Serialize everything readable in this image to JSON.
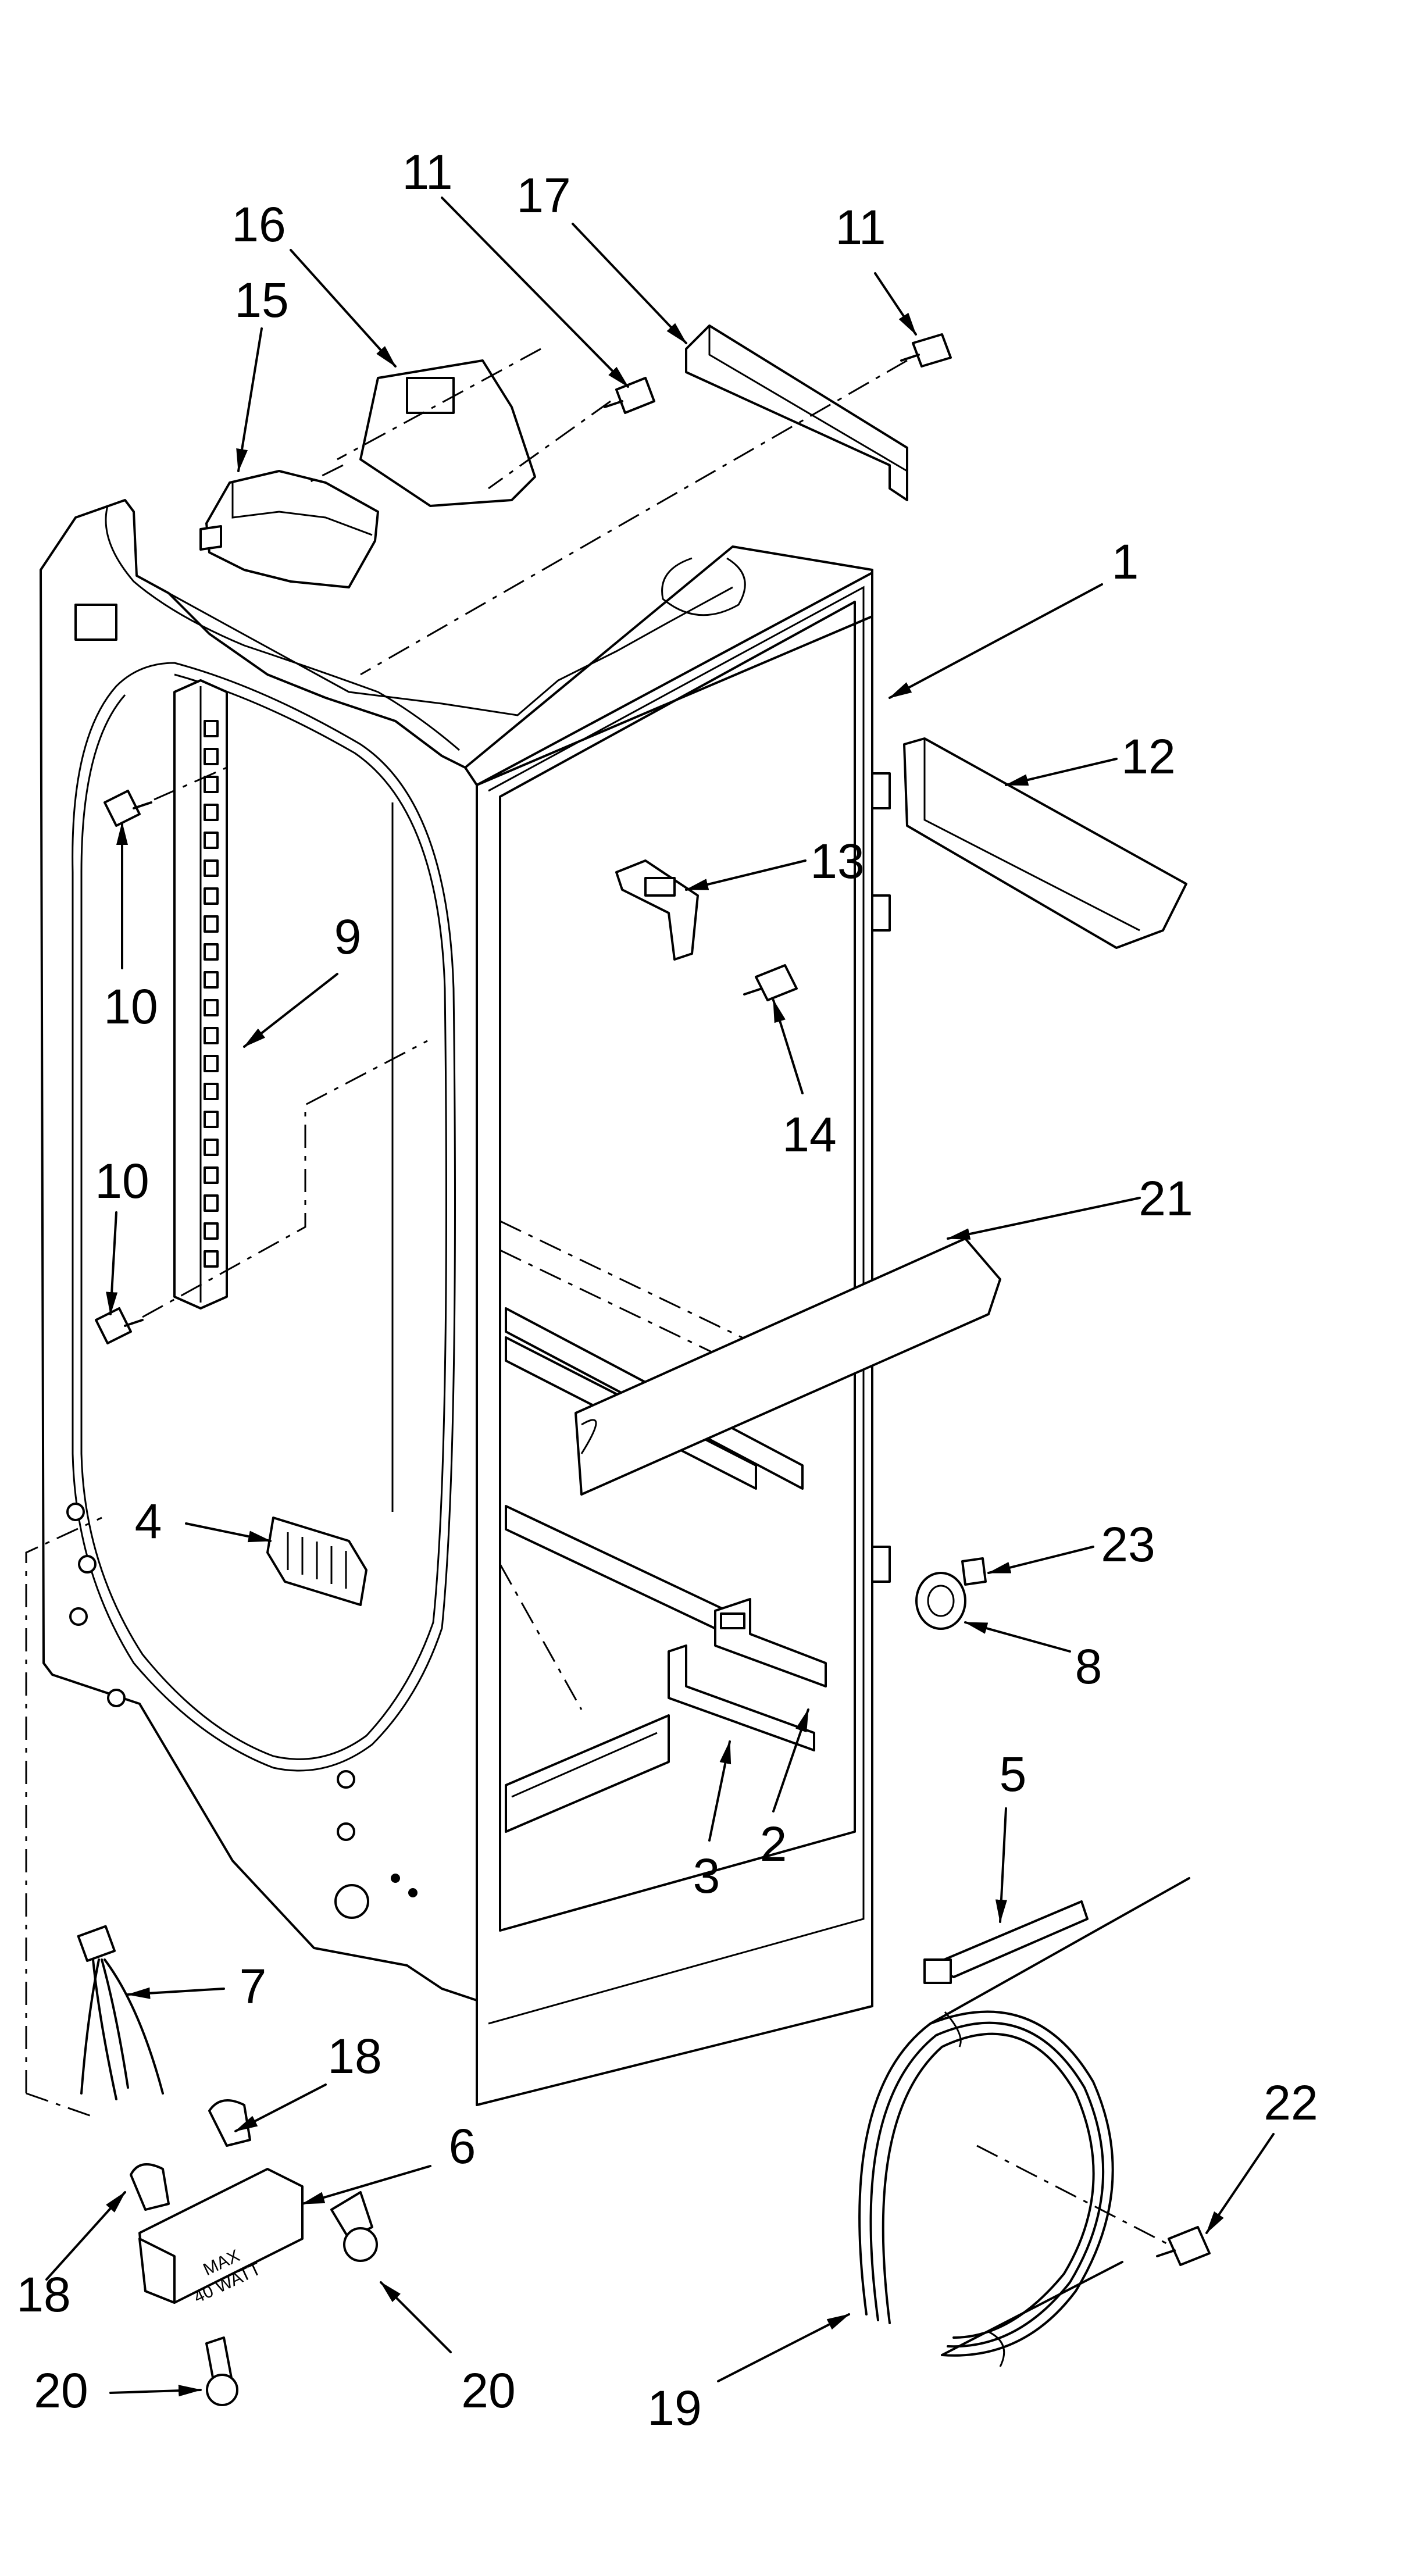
{
  "callouts": [
    {
      "id": "c-16",
      "text": "16"
    },
    {
      "id": "c-15",
      "text": "15"
    },
    {
      "id": "c-11a",
      "text": "11"
    },
    {
      "id": "c-17",
      "text": "17"
    },
    {
      "id": "c-11b",
      "text": "11"
    },
    {
      "id": "c-1",
      "text": "1"
    },
    {
      "id": "c-12",
      "text": "12"
    },
    {
      "id": "c-13",
      "text": "13"
    },
    {
      "id": "c-9",
      "text": "9"
    },
    {
      "id": "c-10a",
      "text": "10"
    },
    {
      "id": "c-14",
      "text": "14"
    },
    {
      "id": "c-10b",
      "text": "10"
    },
    {
      "id": "c-21",
      "text": "21"
    },
    {
      "id": "c-4",
      "text": "4"
    },
    {
      "id": "c-23",
      "text": "23"
    },
    {
      "id": "c-8",
      "text": "8"
    },
    {
      "id": "c-5",
      "text": "5"
    },
    {
      "id": "c-3",
      "text": "3"
    },
    {
      "id": "c-2",
      "text": "2"
    },
    {
      "id": "c-7",
      "text": "7"
    },
    {
      "id": "c-18a",
      "text": "18"
    },
    {
      "id": "c-6",
      "text": "6"
    },
    {
      "id": "c-22",
      "text": "22"
    },
    {
      "id": "c-18b",
      "text": "18"
    },
    {
      "id": "c-20a",
      "text": "20"
    },
    {
      "id": "c-20b",
      "text": "20"
    },
    {
      "id": "c-19",
      "text": "19"
    }
  ],
  "socket_marking": {
    "line1": "MAX",
    "line2": "40 WATT"
  }
}
